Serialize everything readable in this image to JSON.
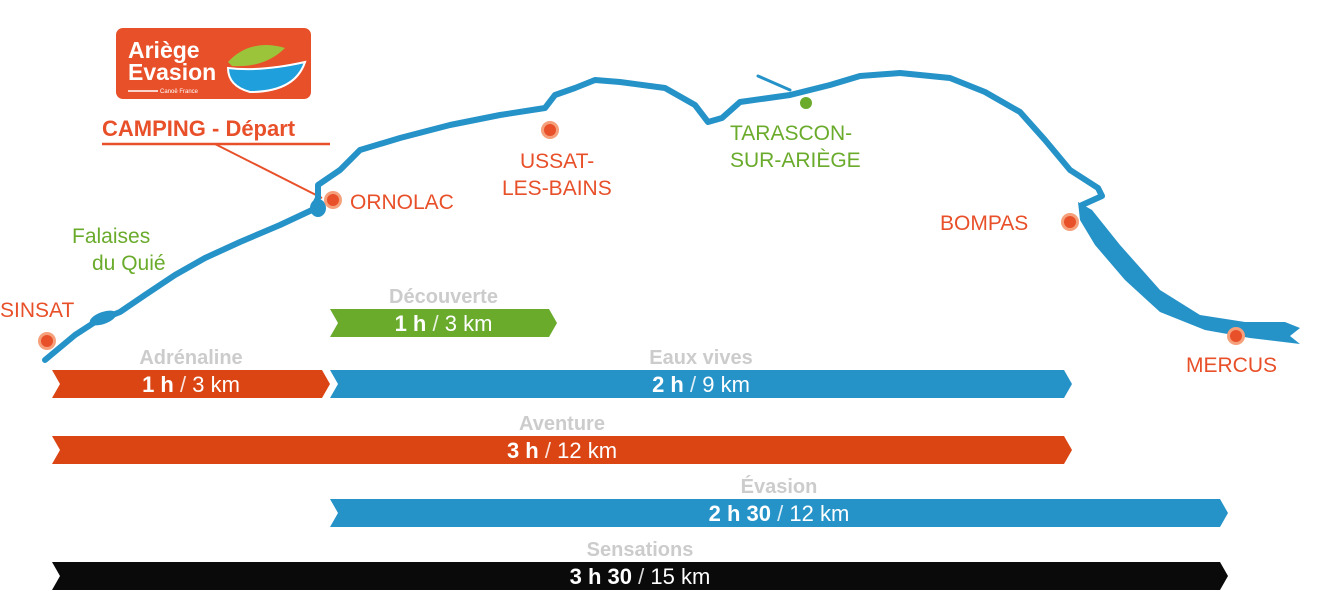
{
  "logo": {
    "line1": "Ariège",
    "line2": "Evasion",
    "tagline": "Canoë France",
    "color": "#e8502a"
  },
  "camping_label": "CAMPING - Départ",
  "colors": {
    "orange": "#db4514",
    "place_red": "#e8502a",
    "blue": "#2592c8",
    "green": "#6aab2c",
    "label_grey": "#cccccc",
    "black": "#0a0a0a"
  },
  "places": {
    "sinsat": "SINSAT",
    "falaises_1": "Falaises",
    "falaises_2": "du Quié",
    "ornolac": "ORNOLAC",
    "ussat_1": "USSAT-",
    "ussat_2": "LES-BAINS",
    "tarascon_1": "TARASCON-",
    "tarascon_2": "SUR-ARIÈGE",
    "bompas": "BOMPAS",
    "mercus": "MERCUS"
  },
  "routes": [
    {
      "name": "Découverte",
      "duration": "1 h",
      "distance": "3 km",
      "color": "green"
    },
    {
      "name": "Adrénaline",
      "duration": "1 h",
      "distance": "3 km",
      "color": "orange"
    },
    {
      "name": "Eaux vives",
      "duration": "2 h",
      "distance": "9 km",
      "color": "blue"
    },
    {
      "name": "Aventure",
      "duration": "3 h",
      "distance": "12 km",
      "color": "orange"
    },
    {
      "name": "Évasion",
      "duration": "2 h 30",
      "distance": "12 km",
      "color": "blue"
    },
    {
      "name": "Sensations",
      "duration": "3 h 30",
      "distance": "15 km",
      "color": "black"
    }
  ],
  "slash": "/"
}
